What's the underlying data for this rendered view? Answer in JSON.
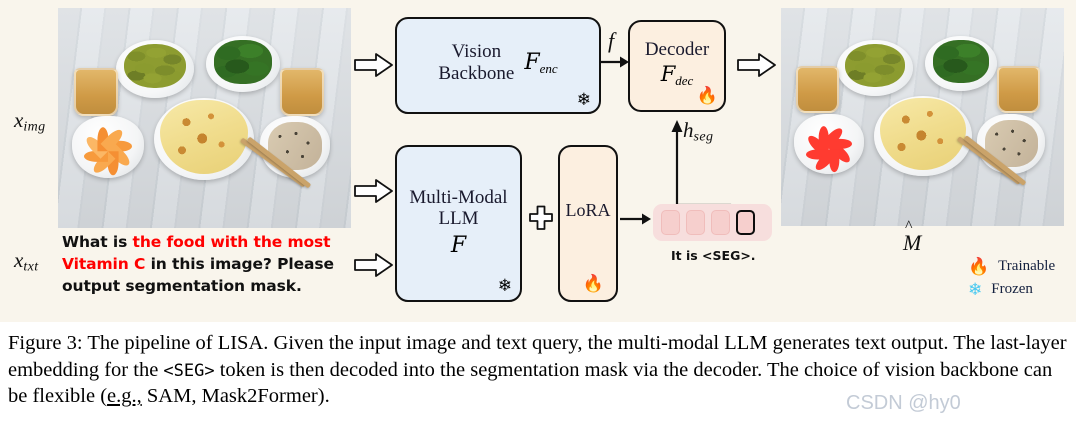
{
  "figure": {
    "inputs": {
      "image_label": "x",
      "image_label_sub": "img",
      "text_label": "x",
      "text_label_sub": "txt",
      "prompt_part1": "What is ",
      "prompt_highlight": "the food with the most Vitamin C",
      "prompt_part2": " in this image? Please output segmentation mask."
    },
    "blocks": {
      "vision_backbone_line1": "Vision",
      "vision_backbone_line2": "Backbone",
      "vision_backbone_symbol": "F",
      "vision_backbone_symbol_sub": "enc",
      "decoder_title": "Decoder",
      "decoder_symbol": "F",
      "decoder_symbol_sub": "dec",
      "llm_line1": "Multi-Modal",
      "llm_line2": "LLM",
      "llm_symbol": "F",
      "lora_title": "LoRA",
      "plus_symbol": "+"
    },
    "signals": {
      "f_label": "f",
      "h_seg_label": "h",
      "h_seg_sub": "seg",
      "output_label": "M",
      "seg_caption": "It is <SEG>."
    },
    "tokens": [
      "token",
      "token",
      "token",
      "seg-token"
    ],
    "legend": [
      {
        "icon": "fire-icon",
        "glyph": "🔥",
        "label": "Trainable"
      },
      {
        "icon": "snowflake-icon",
        "glyph": "❄",
        "label": "Frozen"
      }
    ],
    "colors": {
      "panel_bg": "#f9f5ec",
      "blue_box": "#e6eff9",
      "peach_box": "#fcefe0",
      "token_strip": "#f7dedd",
      "highlight_text": "#ff0000"
    }
  },
  "caption": {
    "prefix": "Figure 3:",
    "line1": " The pipeline of LISA. Given the input image and text query, the multi-modal LLM generates",
    "line2a": "text output. The last-layer embedding for the ",
    "line2_mono": "<SEG>",
    "line2b": " token is then decoded into the segmentation",
    "line3a": "mask via the decoder. The choice of vision backbone can be flexible (",
    "line3_underlined": "e.g.,",
    "line3b": " SAM, Mask2Former).",
    "watermark": "CSDN @hy0"
  }
}
